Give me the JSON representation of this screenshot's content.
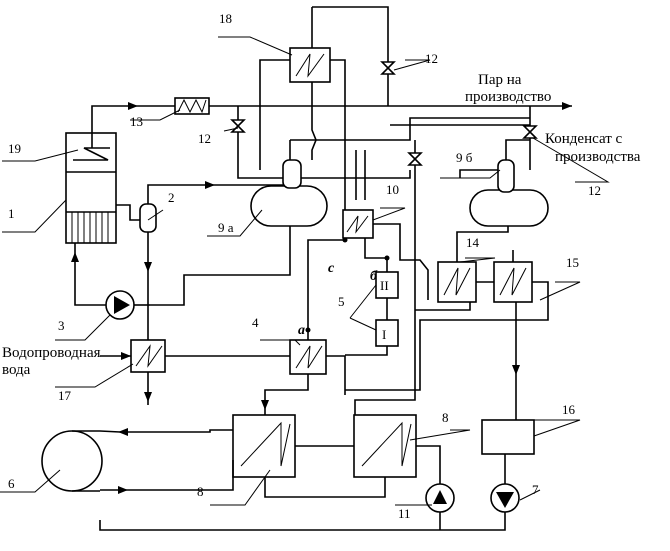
{
  "labels": {
    "steam_to_production": [
      "Пар на",
      "производство"
    ],
    "condensate_from_production": [
      "Конденсат с",
      "производства"
    ],
    "tap_water": [
      "Водопроводная",
      "вода"
    ]
  },
  "points": {
    "a": "a",
    "b": "б",
    "c": "c"
  },
  "stages": {
    "stage_1": "I",
    "stage_2": "II"
  },
  "numbers": {
    "n1": "1",
    "n2": "2",
    "n3": "3",
    "n4": "4",
    "n5": "5",
    "n6": "6",
    "n7": "7",
    "n8_left": "8",
    "n8_right": "8",
    "n9a": "9 а",
    "n9b": "9 б",
    "n10": "10",
    "n11": "11",
    "n12_top": "12",
    "n12_left": "12",
    "n12_right": "12",
    "n13": "13",
    "n14": "14",
    "n15": "15",
    "n16": "16",
    "n17": "17",
    "n18": "18",
    "n19": "19"
  }
}
